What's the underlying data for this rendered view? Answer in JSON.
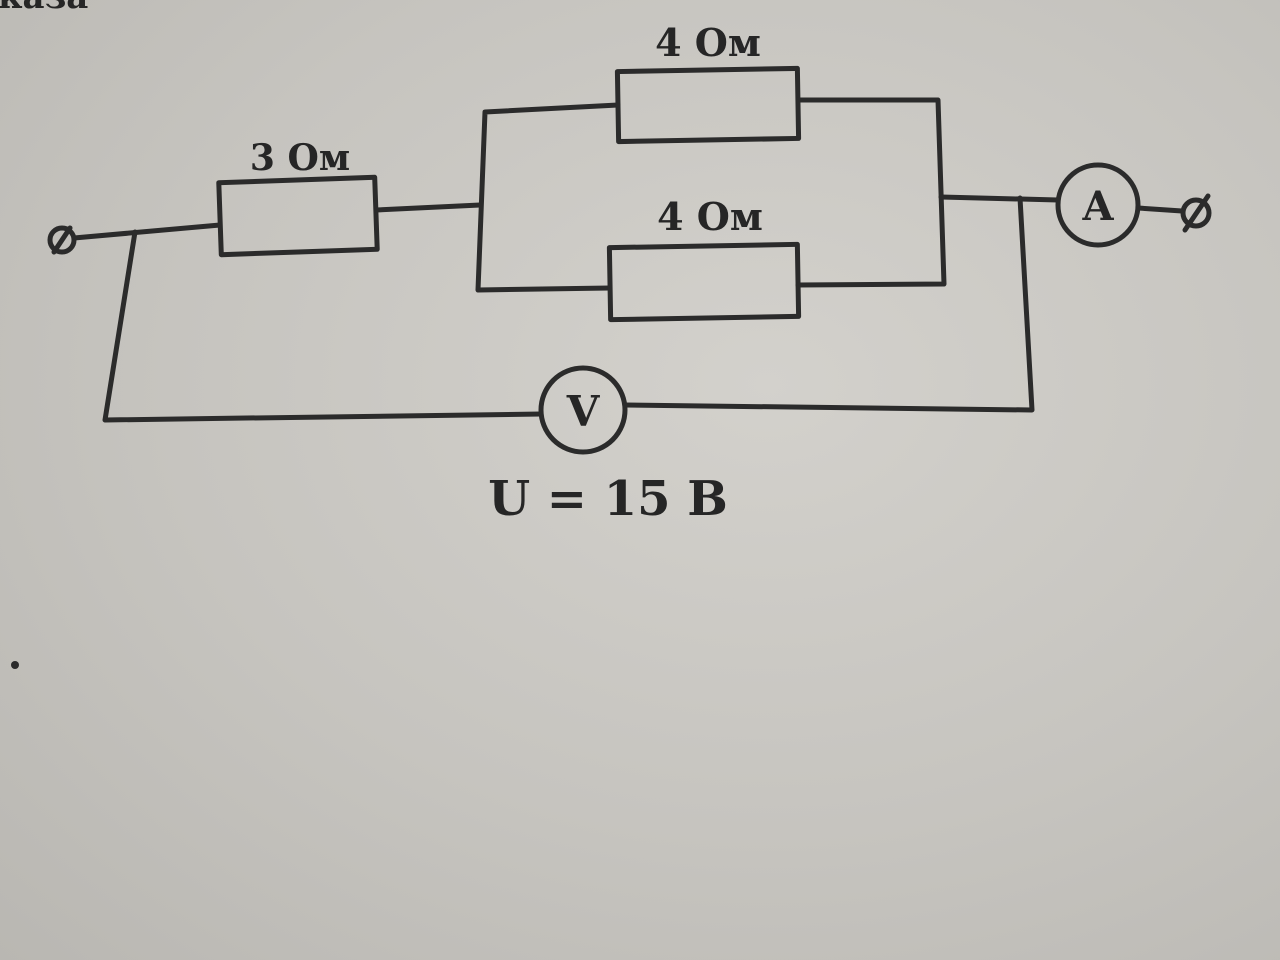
{
  "page_fragment": "каза",
  "resistors": [
    {
      "id": "r1",
      "label": "3 Ом"
    },
    {
      "id": "r2",
      "label": "4 Ом"
    },
    {
      "id": "r3",
      "label": "4 Ом"
    }
  ],
  "ammeter": {
    "symbol": "A"
  },
  "voltmeter": {
    "symbol": "V"
  },
  "voltage_label": "U = 15 В"
}
